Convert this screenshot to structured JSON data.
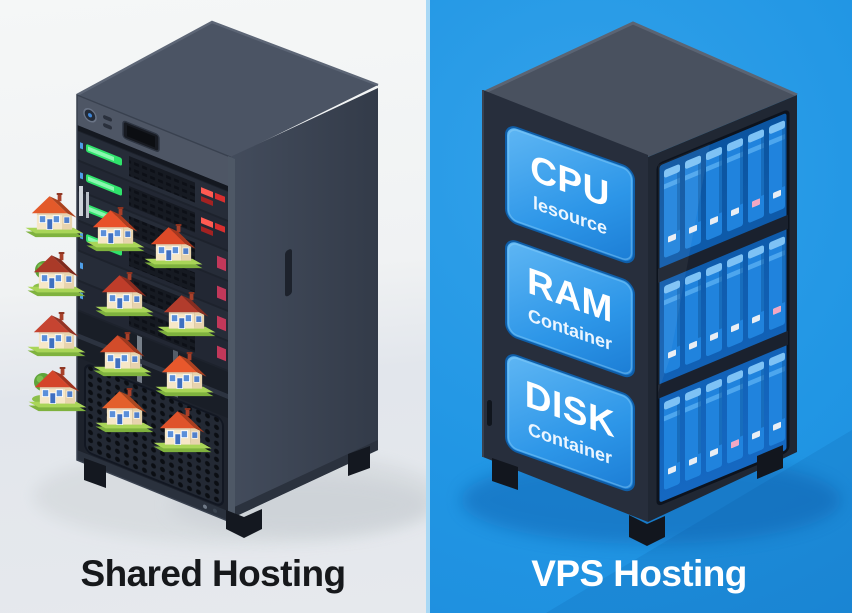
{
  "left_panel": {
    "label": "Shared Hosting",
    "illustration": "server-rack-with-houses",
    "house_count": 12
  },
  "right_panel": {
    "label": "VPS Hosting",
    "illustration": "vps-server-tower",
    "tiles": [
      {
        "title": "CPU",
        "subtitle": "lesource"
      },
      {
        "title": "RAM",
        "subtitle": "Container"
      },
      {
        "title": "DISK",
        "subtitle": "Container"
      }
    ]
  },
  "colors": {
    "left_bg": "#f0f2f3",
    "right_bg": "#2196e4",
    "divider": "#a8d8f5",
    "title_dark": "#16181b",
    "title_light": "#ffffff",
    "tile_blue": "#2e9bea",
    "rack_body": "#3c4454",
    "led_green": "#2fe36b",
    "led_red": "#ff5b52",
    "roof_orange": "#e8552b",
    "roof_red": "#c0392b",
    "base_green": "#a9d558"
  }
}
